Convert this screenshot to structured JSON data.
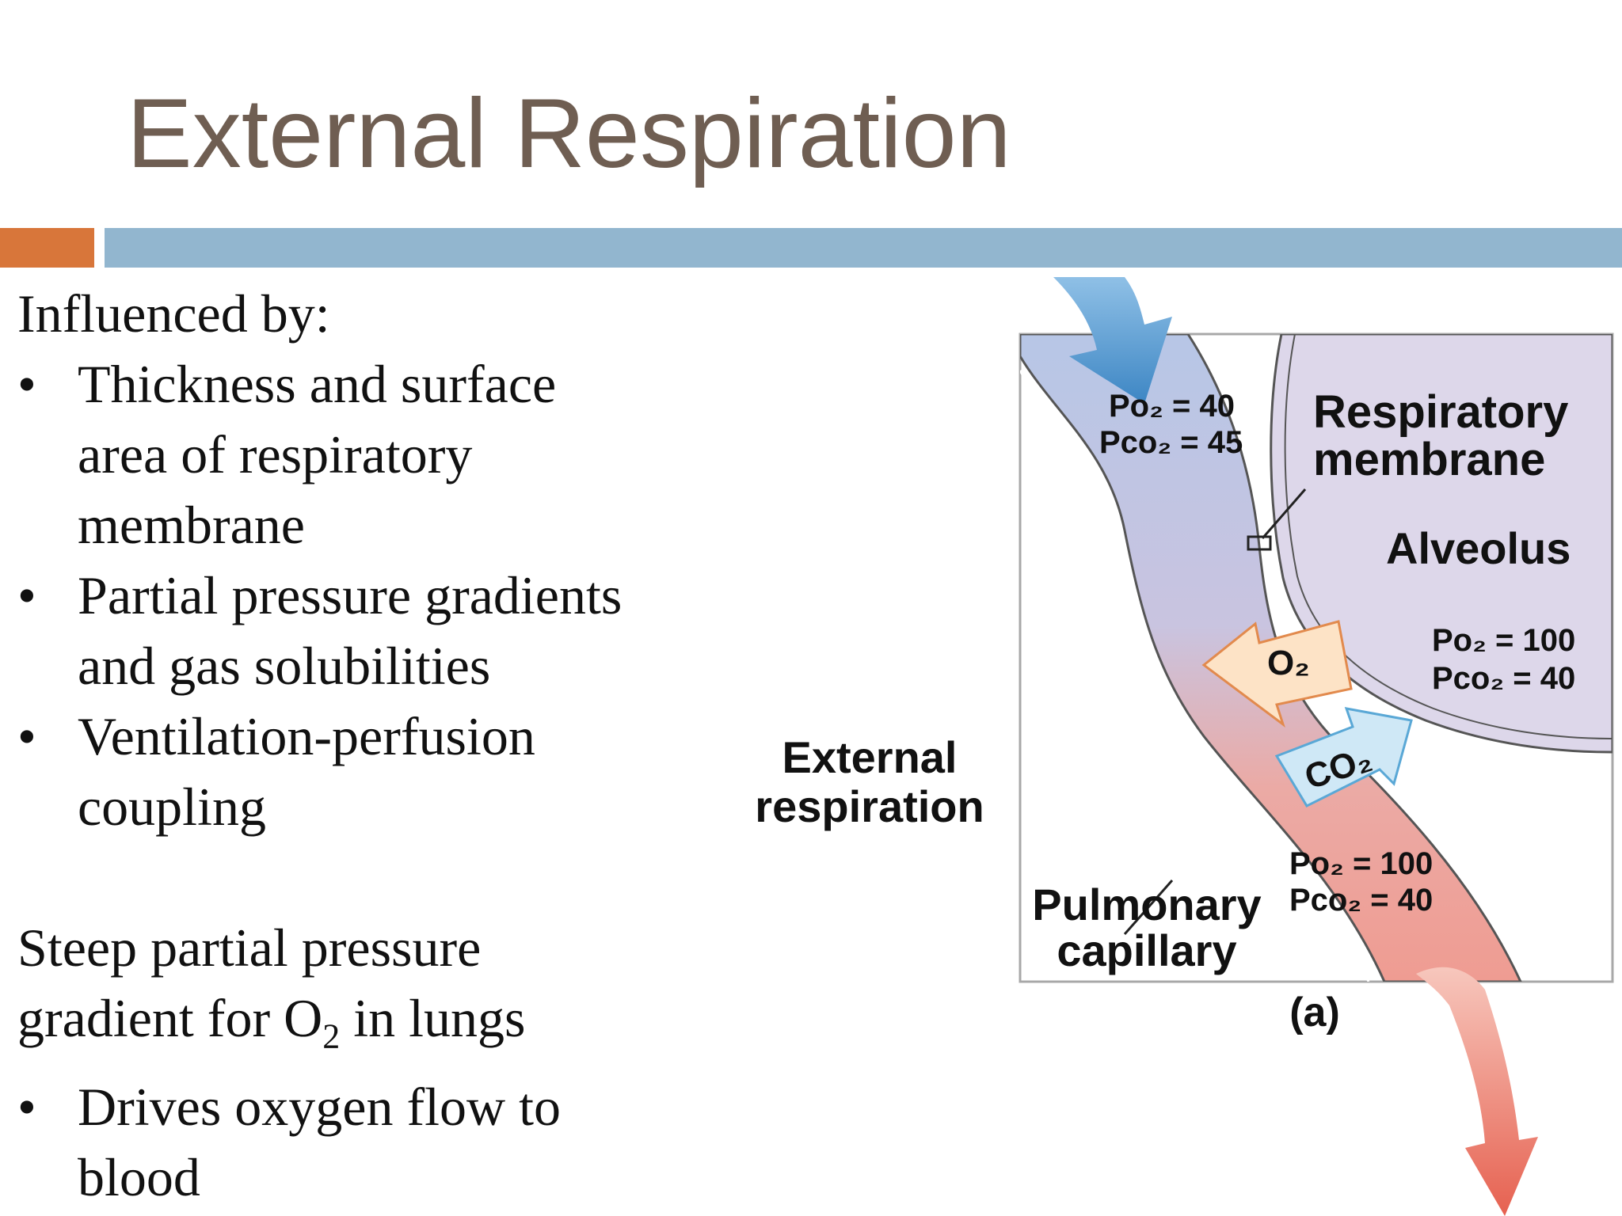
{
  "slide": {
    "title": "External Respiration"
  },
  "body": {
    "heading1": "Influenced by:",
    "bullets1": [
      {
        "lines": [
          "Thickness and surface",
          "area of respiratory",
          "membrane"
        ]
      },
      {
        "lines": [
          "Partial pressure gradients",
          "and gas solubilities"
        ]
      },
      {
        "lines": [
          "Ventilation-perfusion",
          "coupling"
        ]
      }
    ],
    "heading2_line1": "Steep partial pressure",
    "heading2_line2_pre": "gradient for O",
    "heading2_line2_sub": "2",
    "heading2_line2_post": " in lungs",
    "bullets2": [
      {
        "lines": [
          "Drives oxygen flow to",
          "blood"
        ]
      }
    ],
    "bullet_glyph": "•"
  },
  "figure": {
    "top_po2": "Po₂ = 40",
    "top_pco2": "Pco₂ = 45",
    "membrane_label_1": "Respiratory",
    "membrane_label_2": "membrane",
    "alveolus_label": "Alveolus",
    "alv_po2": "Po₂ = 100",
    "alv_pco2": "Pco₂ = 40",
    "o2_arrow": "O₂",
    "co2_arrow": "CO₂",
    "ext_resp_1": "External",
    "ext_resp_2": "respiration",
    "bottom_po2": "Po₂ = 100",
    "bottom_pco2": "Pco₂ = 40",
    "capillary_1": "Pulmonary",
    "capillary_2": "capillary",
    "panel_label": "(a)",
    "colors": {
      "capillary_blue": "#b7c6e6",
      "capillary_red": "#ef9c92",
      "alveolus": "#ddd7ea",
      "blue_arrow": "#3d86c4",
      "red_arrow": "#e66150",
      "o2_arrow_fill": "#fde3c6",
      "co2_arrow_fill": "#cfe8f6"
    }
  }
}
